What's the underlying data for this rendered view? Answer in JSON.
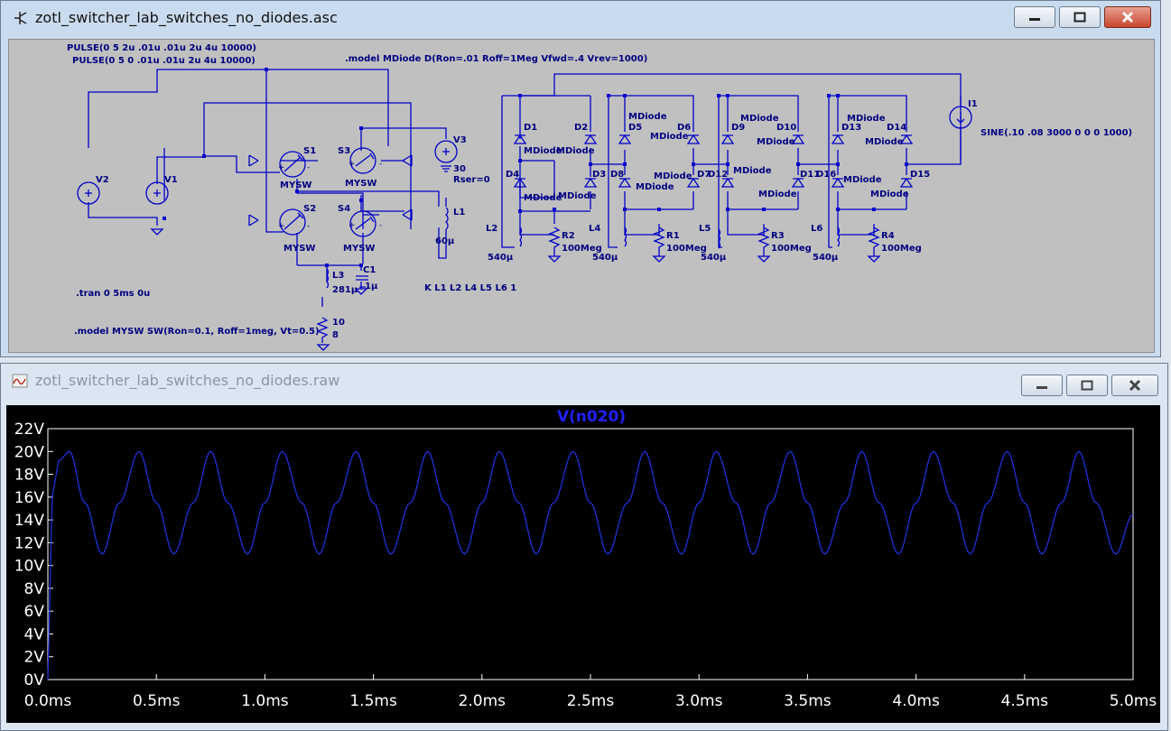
{
  "schematic": {
    "title": "zotl_switcher_lab_switches_no_diodes.asc",
    "texts": {
      "pulse1": "PULSE(0 5 2u .01u .01u 2u 4u 10000)",
      "pulse2": "PULSE(0 5 0 .01u .01u 2u 4u 10000)",
      "model_diode": ".model MDiode D(Ron=.01 Roff=1Meg Vfwd=.4 Vrev=1000)",
      "tran": ".tran 0 5ms 0u",
      "model_sw": ".model MYSW SW(Ron=0.1, Roff=1meg, Vt=0.5)",
      "kstmt": "K L1 L2 L4 L5 L6 1",
      "sine": "SINE(.10 .08 3000 0 0 0 1000)",
      "v3_value": "30",
      "v3_rser": "Rser=0",
      "l1_value": "60µ",
      "l3_value": "281µ",
      "c1_value": "1µ",
      "r10_value": "8",
      "l2_value": "540µ",
      "l4_value": "540µ",
      "l5_value": "540µ",
      "l6_value": "540µ",
      "r2_value": "100Meg",
      "r1_value": "100Meg",
      "r3_value": "100Meg",
      "r4_value": "100Meg",
      "mysw": "MYSW",
      "mdiode": "MDiode"
    },
    "refs": {
      "v1": "V1",
      "v2": "V2",
      "v3": "V3",
      "s1": "S1",
      "s2": "S2",
      "s3": "S3",
      "s4": "S4",
      "l1": "L1",
      "l2": "L2",
      "l3": "L3",
      "l4": "L4",
      "l5": "L5",
      "l6": "L6",
      "c1": "C1",
      "r10": "10",
      "r1": "R1",
      "r2": "R2",
      "r3": "R3",
      "r4": "R4",
      "i1": "I1",
      "d1": "D1",
      "d2": "D2",
      "d3": "D3",
      "d4": "D4",
      "d5": "D5",
      "d6": "D6",
      "d7": "D7",
      "d8": "D8",
      "d9": "D9",
      "d10": "D10",
      "d11": "D11",
      "d12": "D12",
      "d13": "D13",
      "d14": "D14",
      "d15": "D15",
      "d16": "D16"
    },
    "colors": {
      "background": "#c0c0c0",
      "wire": "#0000c8",
      "text": "#000080"
    }
  },
  "waveform": {
    "title": "zotl_switcher_lab_switches_no_diodes.raw",
    "colors": {
      "background": "#000000",
      "trace": "#1f2fd8",
      "trace_label": "#2020ff",
      "axis": "#ffffff"
    }
  },
  "window_buttons": {
    "minimize": "minimize-icon",
    "maximize": "maximize-icon",
    "close": "close-icon"
  },
  "chart_data": {
    "type": "line",
    "title": "V(n020)",
    "xlabel": "",
    "ylabel": "",
    "x_ticks": [
      "0.0ms",
      "0.5ms",
      "1.0ms",
      "1.5ms",
      "2.0ms",
      "2.5ms",
      "3.0ms",
      "3.5ms",
      "4.0ms",
      "4.5ms",
      "5.0ms"
    ],
    "y_ticks": [
      "0V",
      "2V",
      "4V",
      "6V",
      "8V",
      "10V",
      "12V",
      "14V",
      "16V",
      "18V",
      "20V",
      "22V"
    ],
    "xlim": [
      0,
      5
    ],
    "ylim": [
      0,
      22
    ],
    "x_unit": "ms",
    "y_unit": "V",
    "series": [
      {
        "name": "V(n020)",
        "x": [
          0,
          0.02,
          0.05,
          0.1,
          0.17,
          0.25,
          0.33,
          0.42,
          0.5,
          0.58,
          0.67,
          0.75,
          0.83,
          0.92,
          1.0,
          1.08,
          1.17,
          1.25,
          1.33,
          1.42,
          1.5,
          1.58,
          1.67,
          1.75,
          1.83,
          1.92,
          2.0,
          2.08,
          2.17,
          2.25,
          2.33,
          2.42,
          2.5,
          2.58,
          2.67,
          2.75,
          2.83,
          2.92,
          3.0,
          3.08,
          3.17,
          3.25,
          3.33,
          3.42,
          3.5,
          3.58,
          3.67,
          3.75,
          3.83,
          3.92,
          4.0,
          4.08,
          4.17,
          4.25,
          4.33,
          4.42,
          4.5,
          4.58,
          4.67,
          4.75,
          4.83,
          4.92,
          5.0
        ],
        "y": [
          0,
          16,
          19.2,
          20,
          15.5,
          11,
          15.5,
          20,
          15.5,
          11,
          15.5,
          20,
          15.5,
          11,
          15.5,
          20,
          15.5,
          11,
          15.5,
          20,
          15.5,
          11,
          15.5,
          20,
          15.5,
          11,
          15.5,
          20,
          15.5,
          11,
          15.5,
          20,
          15.5,
          11,
          15.5,
          20,
          15.5,
          11,
          15.5,
          20,
          15.5,
          11,
          15.5,
          20,
          15.5,
          11,
          15.5,
          20,
          15.5,
          11,
          15.5,
          20,
          15.5,
          11,
          15.5,
          20,
          15.5,
          11,
          15.5,
          20,
          15.5,
          11,
          14.5
        ]
      }
    ],
    "grid": false,
    "legend": "none"
  }
}
